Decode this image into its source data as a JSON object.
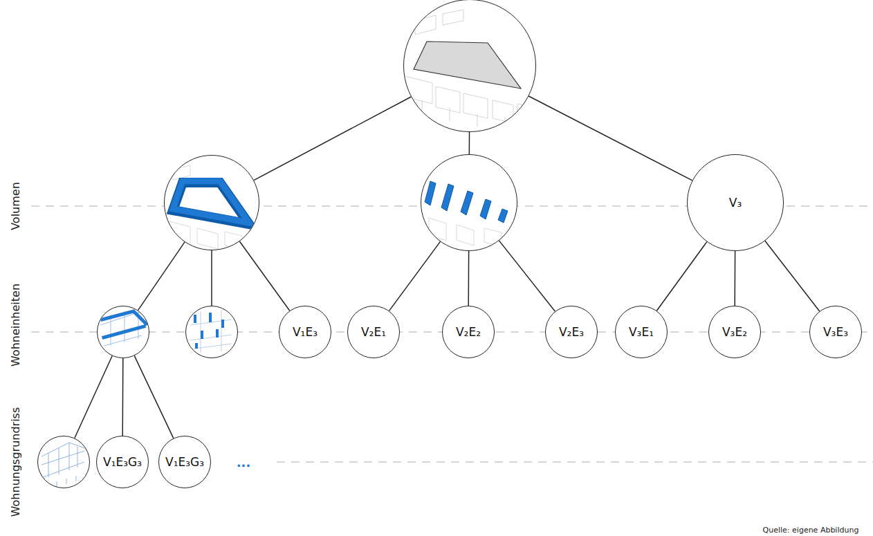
{
  "diagram": {
    "nodes": [
      {
        "text": []
      },
      {
        "text": []
      },
      {
        "text": []
      },
      {
        "text": [
          "V₃"
        ]
      },
      {
        "text": []
      },
      {
        "text": []
      },
      {
        "text": [
          "V₁E₃"
        ]
      },
      {
        "text": [
          "V₂E₁"
        ]
      },
      {
        "text": [
          "V₂E₂"
        ]
      },
      {
        "text": [
          "V₂E₃"
        ]
      },
      {
        "text": [
          "V₃E₁"
        ]
      },
      {
        "text": [
          "V₃E₂"
        ]
      },
      {
        "text": [
          "V₃E₃"
        ]
      },
      {
        "text": []
      },
      {
        "text": [
          "V₁E₃G₃"
        ]
      },
      {
        "text": [
          "V₁E₃G₃"
        ]
      }
    ],
    "edges": [
      {
        "from": 0,
        "to": 1,
        "arrow": "none"
      },
      {
        "from": 0,
        "to": 2,
        "arrow": "none"
      },
      {
        "from": 0,
        "to": 3,
        "arrow": "none"
      },
      {
        "from": 1,
        "to": 4,
        "arrow": "none"
      },
      {
        "from": 1,
        "to": 5,
        "arrow": "none"
      },
      {
        "from": 1,
        "to": 6,
        "arrow": "none"
      },
      {
        "from": 2,
        "to": 7,
        "arrow": "none"
      },
      {
        "from": 2,
        "to": 8,
        "arrow": "none"
      },
      {
        "from": 2,
        "to": 9,
        "arrow": "none"
      },
      {
        "from": 3,
        "to": 10,
        "arrow": "none"
      },
      {
        "from": 3,
        "to": 11,
        "arrow": "none"
      },
      {
        "from": 3,
        "to": 12,
        "arrow": "none"
      },
      {
        "from": 4,
        "to": 13,
        "arrow": "none"
      },
      {
        "from": 4,
        "to": 14,
        "arrow": "none"
      },
      {
        "from": 4,
        "to": 15,
        "arrow": "none"
      }
    ],
    "labels": [
      "Volumen",
      "Wohneinheiten",
      "Wohnungsgrundriss",
      "...",
      "Quelle: eigene Abbildung"
    ]
  }
}
